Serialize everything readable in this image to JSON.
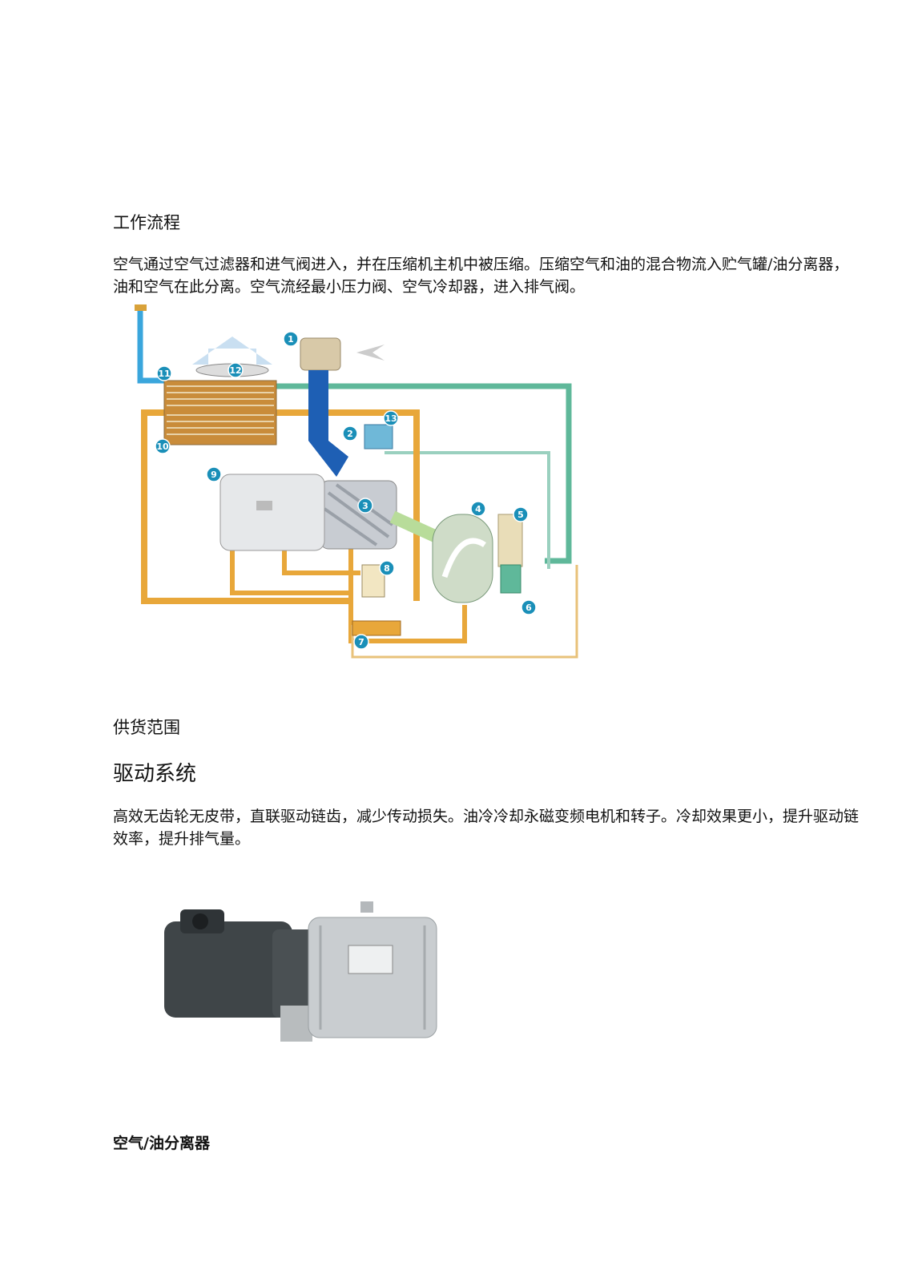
{
  "sections": {
    "work_process_title": "工作流程",
    "work_process_text": "空气通过空气过滤器和进气阀进入，并在压缩机主机中被压缩。压缩空气和油的混合物流入贮气罐/油分离器，油和空气在此分离。空气流经最小压力阀、空气冷却器，进入排气阀。",
    "supply_scope_title": "供货范围",
    "drive_system_title": "驱动系统",
    "drive_system_text": "高效无齿轮无皮带，直联驱动链齿，减少传动损失。油冷冷却永磁变频电机和转子。冷却效果更小，提升驱动链效率，提升排气量。",
    "separator_title": "空气/油分离器"
  },
  "diagram": {
    "callouts": [
      "1",
      "2",
      "3",
      "4",
      "5",
      "6",
      "7",
      "8",
      "9",
      "10",
      "11",
      "12",
      "13"
    ],
    "colors": {
      "air": "#3a9fd6",
      "compressed": "#1e5fb4",
      "oil": "#e8a73a",
      "mixture": "#5fb89a",
      "callout": "#1a8fb8"
    }
  }
}
